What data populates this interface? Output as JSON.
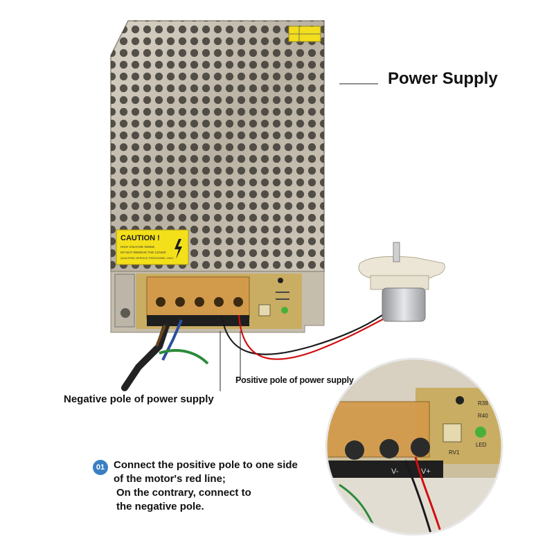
{
  "title": "Power Supply",
  "caution_label": "CAUTION !",
  "caution_text": [
    "HIGH VOLTAGE INSIDE",
    "DO NOT REMOVE THE COVER",
    "QUALIFIED SERVICE PERSONNEL ONLY"
  ],
  "callouts": {
    "positive": "Positive pole of power supply",
    "negative": "Negative pole of power supply"
  },
  "instruction": {
    "step": "01",
    "lines": [
      "Connect the positive pole to one side",
      "of the motor's red line;",
      "On the contrary, connect to",
      "the negative pole."
    ]
  },
  "board_labels": {
    "led": "LED",
    "rv1": "RV1",
    "r39": "R39",
    "r40": "R40",
    "v_minus": "V-",
    "v_plus": "V+"
  },
  "colors": {
    "enclosure": "#c9bfae",
    "caution_yellow": "#f4e01a",
    "terminal_orange": "#d39a4a",
    "pcb": "#c9ad62",
    "wire_red": "#d01010",
    "wire_black": "#1a1a1a",
    "badge_blue": "#3a7fc4"
  }
}
